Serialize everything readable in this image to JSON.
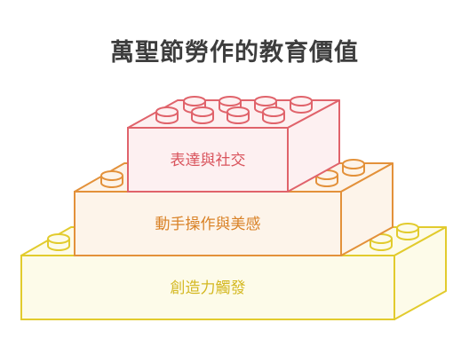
{
  "title": "萬聖節勞作的教育價值",
  "blocks": [
    {
      "label": "表達與社交",
      "color": "#e0636b",
      "fill": "#fdf0f1"
    },
    {
      "label": "動手操作與美感",
      "color": "#e3913a",
      "fill": "#fdf4ea"
    },
    {
      "label": "創造力觸發",
      "color": "#e2cb2d",
      "fill": "#fdfbe9"
    }
  ]
}
